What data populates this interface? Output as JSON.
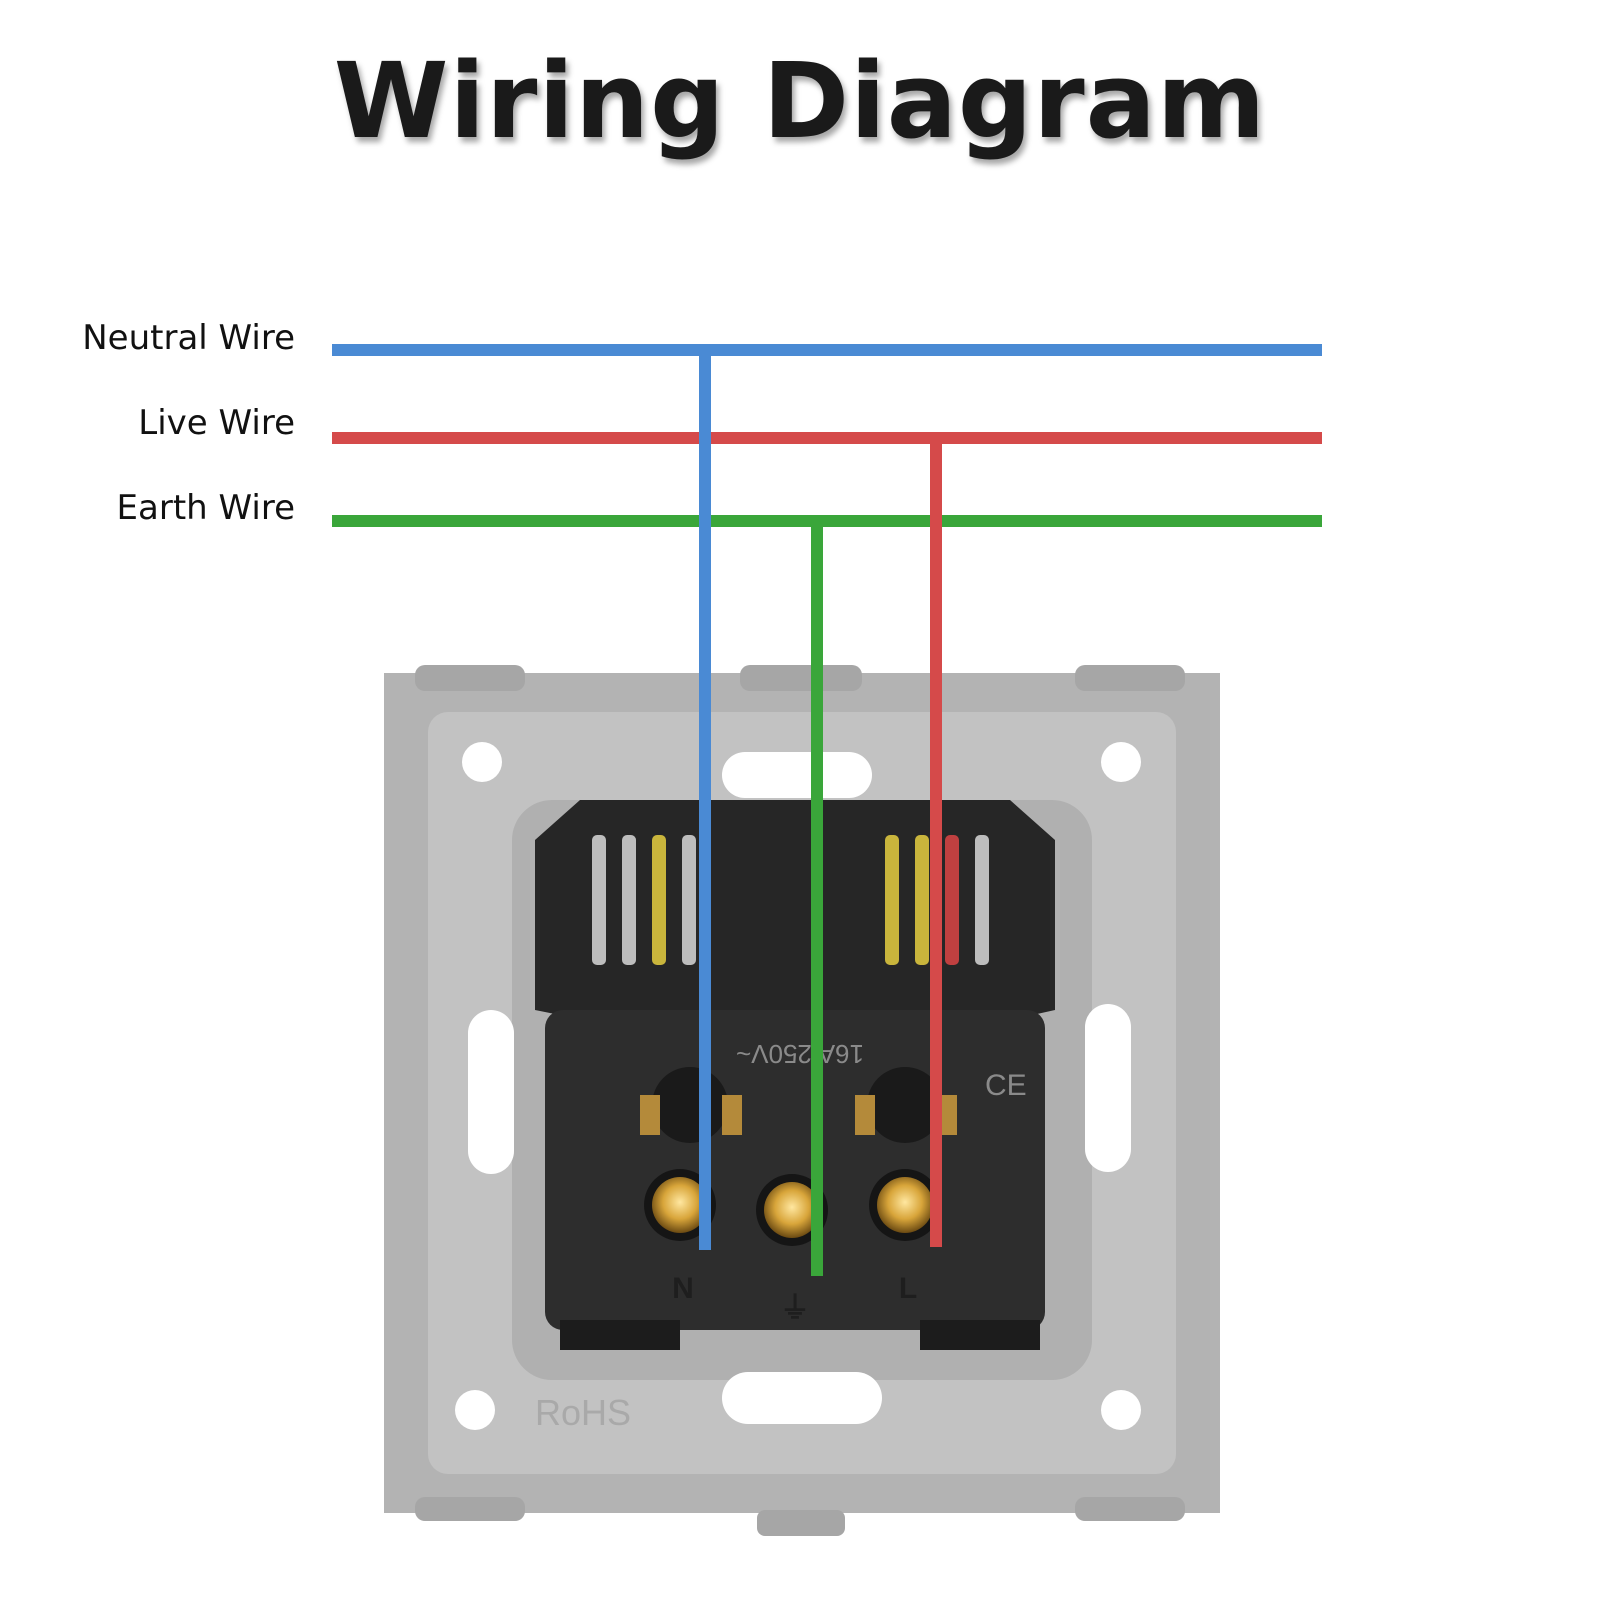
{
  "title": "Wiring Diagram",
  "wires": [
    {
      "label": "Neutral Wire",
      "color": "#4a8ad4",
      "terminal": "N"
    },
    {
      "label": "Live Wire",
      "color": "#d54a4a",
      "terminal": "L"
    },
    {
      "label": "Earth Wire",
      "color": "#3aa63a",
      "terminal": "⏚"
    }
  ],
  "socket": {
    "rating": "16A 250V~",
    "markings": [
      "RoHS",
      "CE"
    ]
  },
  "colors": {
    "frame": "#b3b3b3",
    "frame_inner": "#c2c2c2",
    "module": "#262626",
    "screw": "#d8a53a"
  }
}
